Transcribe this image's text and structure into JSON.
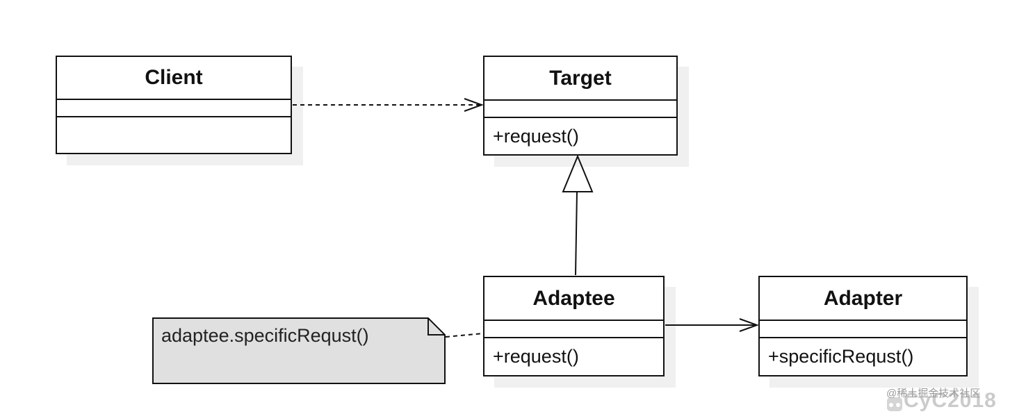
{
  "classes": {
    "client": {
      "name": "Client",
      "method": ""
    },
    "target": {
      "name": "Target",
      "method": "+request()"
    },
    "adaptee": {
      "name": "Adaptee",
      "method": "+request()"
    },
    "adapter": {
      "name": "Adapter",
      "method": "+specificRequst()"
    }
  },
  "note": {
    "text": "adaptee.specificRequst()"
  },
  "watermark": {
    "site": "@稀土掘金技术社区",
    "author": "CyC2018"
  },
  "colors": {
    "line": "#111111",
    "note_fill": "#e0e0e0",
    "background": "#ffffff"
  }
}
